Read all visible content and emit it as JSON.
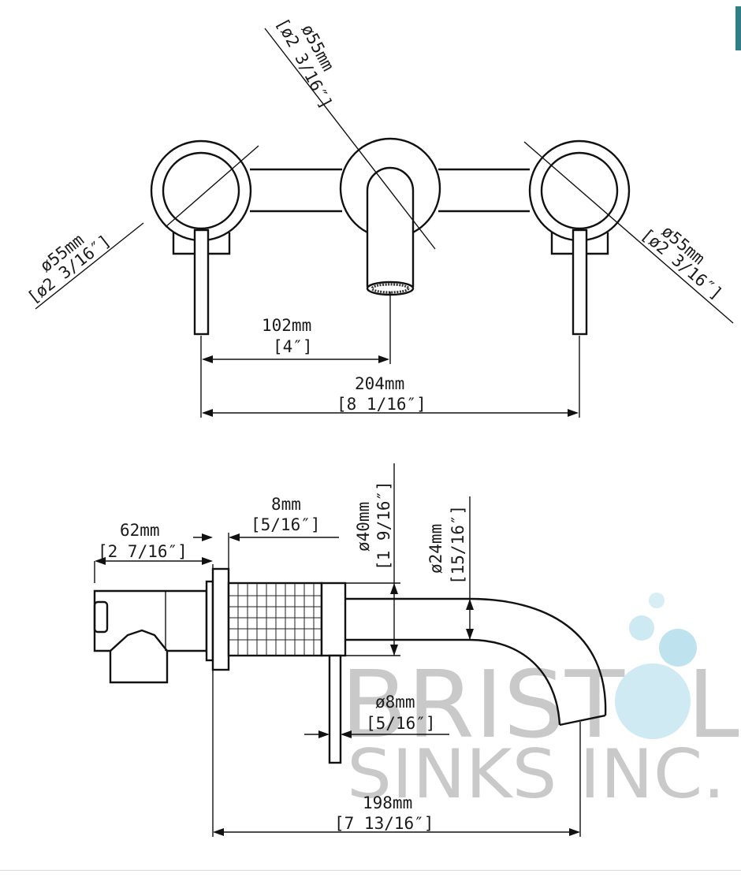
{
  "colors": {
    "accent": "#2f7f86",
    "line": "#111111",
    "watermark_text": "#c9c9c9",
    "bubble": "#a9dbe8"
  },
  "top_view": {
    "dim_left_handle": {
      "mm": "ø55mm",
      "inch": "[ø2 3/16″]"
    },
    "dim_spout_rose": {
      "mm": "ø55mm",
      "inch": "[ø2 3/16″]"
    },
    "dim_right_handle": {
      "mm": "ø55mm",
      "inch": "[ø2 3/16″]"
    },
    "dim_half_spacing": {
      "mm": "102mm",
      "inch": "[4″]"
    },
    "dim_full_spacing": {
      "mm": "204mm",
      "inch": "[8 1/16″]"
    }
  },
  "side_view": {
    "dim_body_depth": {
      "mm": "62mm",
      "inch": "[2 7/16″]"
    },
    "dim_plate": {
      "mm": "8mm",
      "inch": "[5/16″]"
    },
    "dim_rose_diameter": {
      "mm": "ø40mm",
      "inch": "[1 9/16″]"
    },
    "dim_spout_diameter": {
      "mm": "ø24mm",
      "inch": "[15/16″]"
    },
    "dim_lever": {
      "mm": "ø8mm",
      "inch": "[5/16″]"
    },
    "dim_reach": {
      "mm": "198mm",
      "inch": "[7 13/16″]"
    }
  },
  "watermark": {
    "line1": "BRIST",
    "line1_tail": "L",
    "line2": "SINKS INC.",
    "logo_icon": "water-bubbles-icon"
  }
}
